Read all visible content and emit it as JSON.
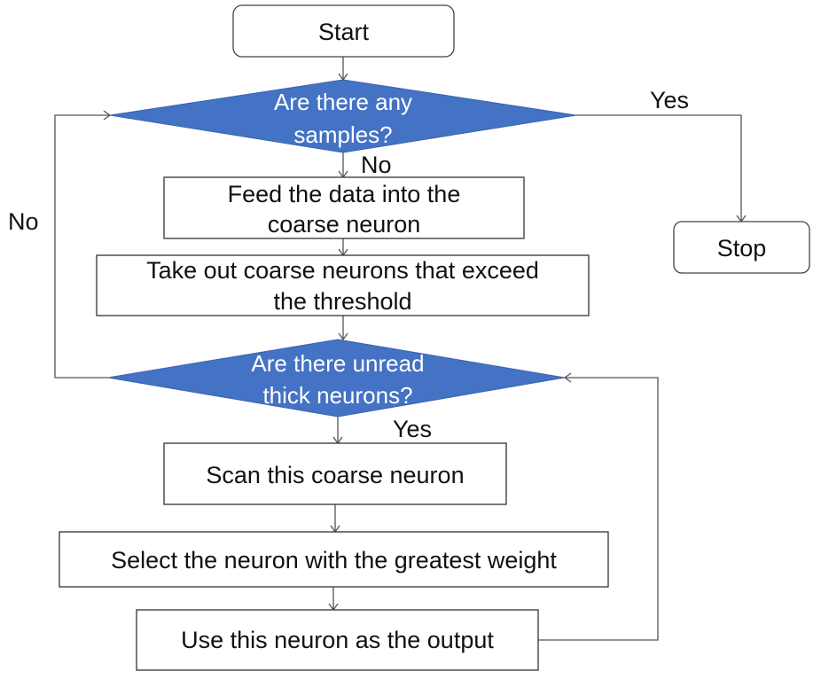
{
  "nodes": {
    "start": "Start",
    "stop": "Stop",
    "decision_samples": [
      "Are there any",
      "samples?"
    ],
    "feed": [
      "Feed the data into the",
      "coarse neuron"
    ],
    "take_out": [
      "Take out coarse neurons that exceed",
      "the threshold"
    ],
    "decision_unread": [
      "Are there unread",
      "thick neurons?"
    ],
    "scan": "Scan this coarse neuron",
    "select": "Select the neuron with the greatest weight",
    "use_output": "Use this neuron as the output"
  },
  "edge_labels": {
    "samples_yes": "Yes",
    "samples_no": "No",
    "unread_no": "No",
    "unread_yes": "Yes"
  },
  "colors": {
    "decision_fill": "#4472c4",
    "decision_text": "#ffffff",
    "line": "#555555"
  }
}
